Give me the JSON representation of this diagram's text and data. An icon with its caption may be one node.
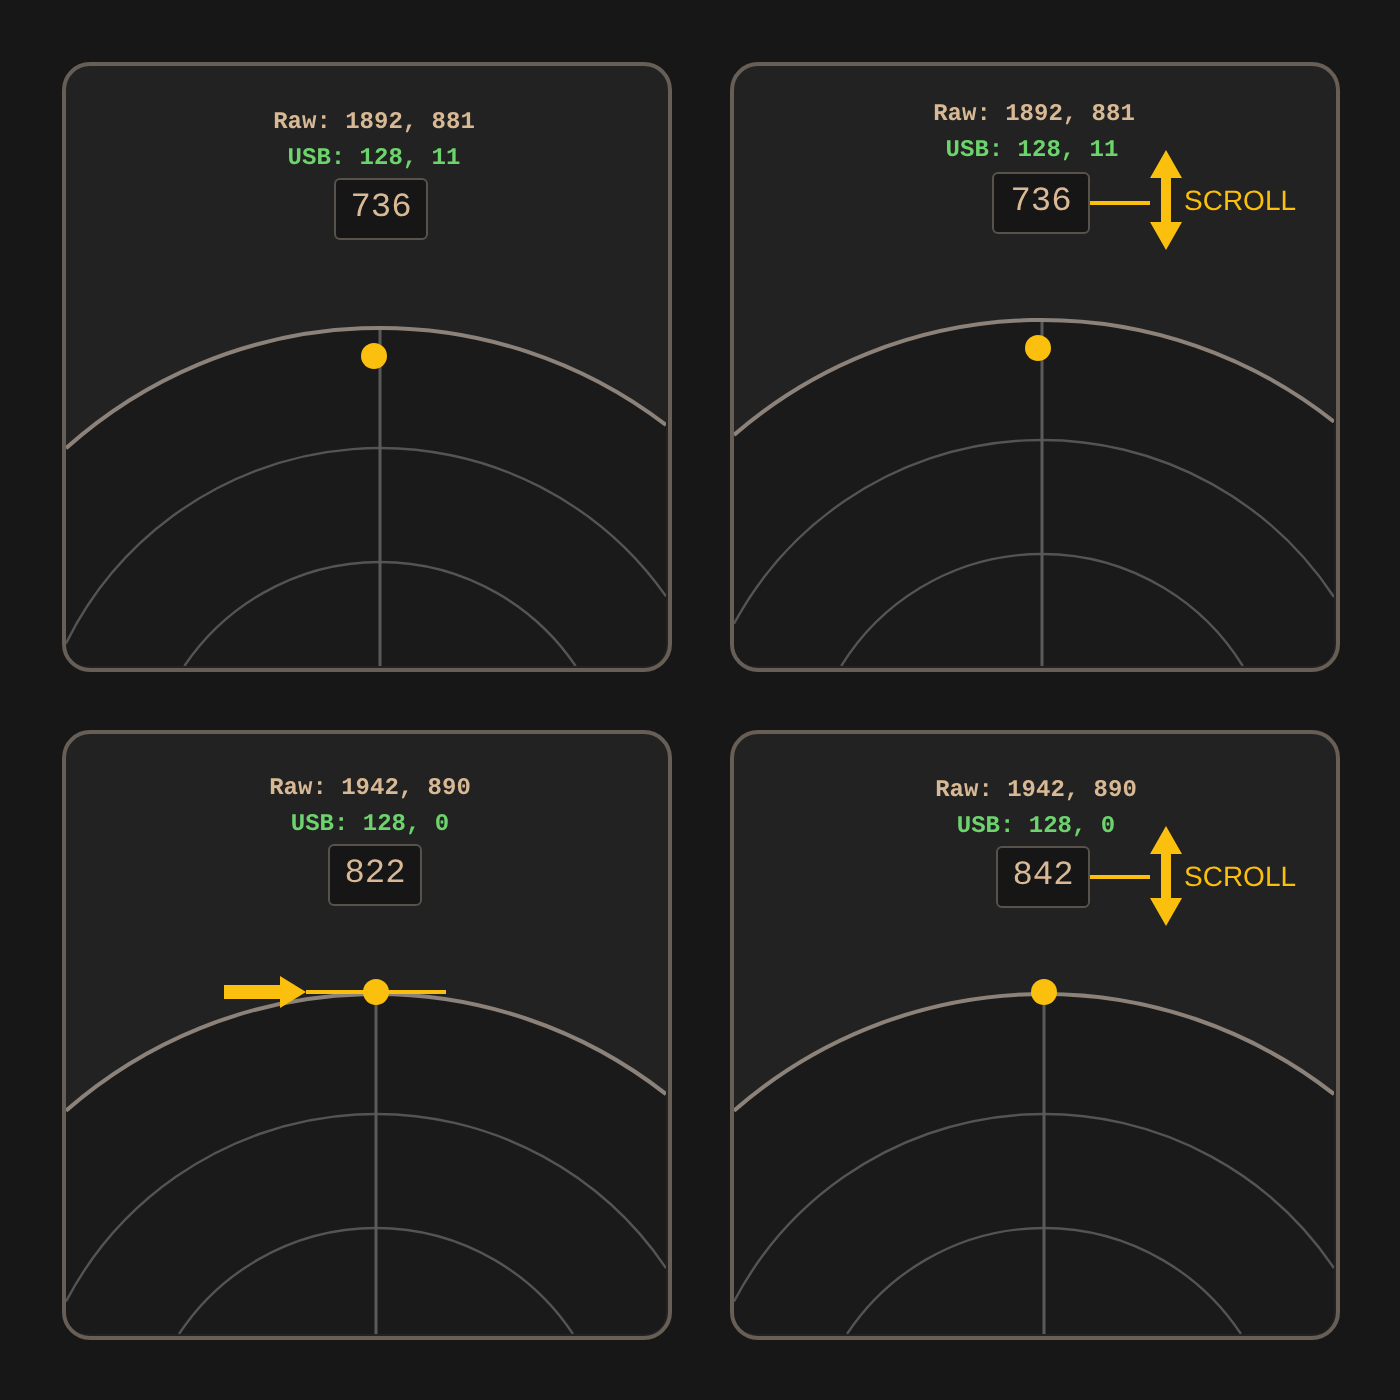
{
  "diagram": {
    "nodes": [
      {
        "text": [
          "Raw: 1892, 881",
          "USB: 128, 11"
        ]
      },
      {
        "text": [
          "736"
        ],
        "in": 0
      },
      {
        "text": [
          "Raw: 1892, 881",
          "USB: 128, 11"
        ]
      },
      {
        "text": [
          "736"
        ],
        "in": 2
      },
      {
        "text": [
          "SCROLL"
        ],
        "in": 2
      },
      {
        "text": [
          "Raw: 1942, 890",
          "USB: 128, 0"
        ]
      },
      {
        "text": [
          "822"
        ],
        "in": 5
      },
      {
        "text": [],
        "shape": "circle",
        "in": 5
      },
      {
        "text": [
          "Raw: 1942, 890",
          "USB: 128, 0"
        ]
      },
      {
        "text": [
          "842"
        ],
        "in": 8
      },
      {
        "text": [
          "SCROLL"
        ],
        "in": 8
      }
    ],
    "edges": [
      {
        "from": 4,
        "to": 3,
        "arrow": "none"
      },
      {
        "from": null,
        "to": 7,
        "arrow": "to",
        "style": "thick"
      },
      {
        "from": 10,
        "to": 9,
        "arrow": "none"
      }
    ]
  }
}
